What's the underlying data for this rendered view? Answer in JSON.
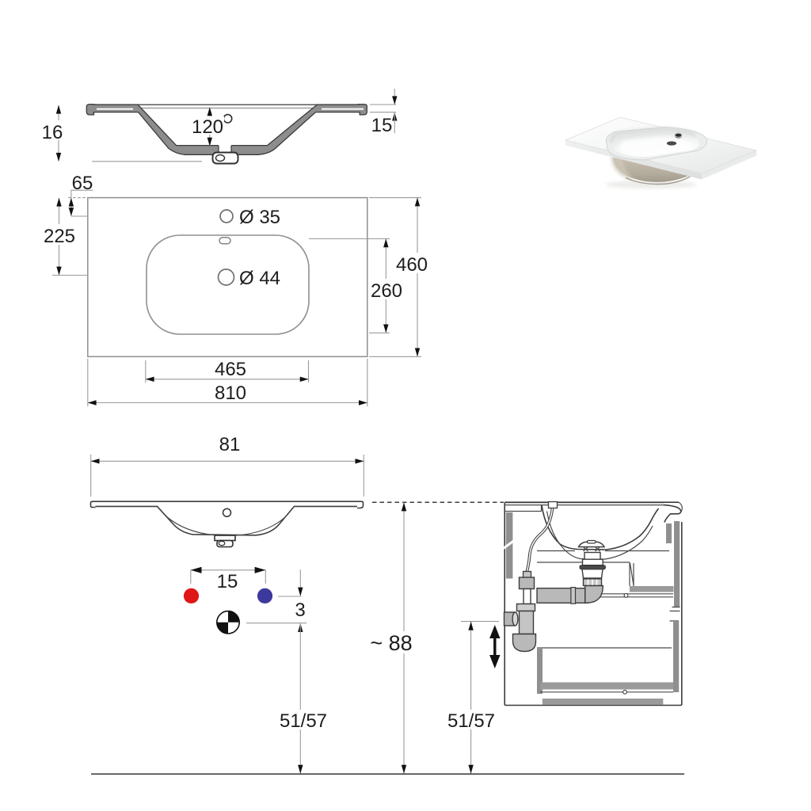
{
  "drawing_title": "vanity washbasin technical dimension drawing",
  "views": {
    "cross_section": {
      "name": "basin cross-section (top left)",
      "dims": {
        "total_height": "16",
        "bowl_depth": "120",
        "edge_thickness": "15"
      }
    },
    "plan": {
      "name": "basin plan view (top view)",
      "dims": {
        "tap_hole_offset": "65",
        "drain_offset_from_back": "225",
        "tap_hole_diameter": "Ø 35",
        "drain_hole_diameter": "Ø 44",
        "bowl_inner_depth": "260",
        "total_depth": "460",
        "bowl_inner_width": "465",
        "total_width": "810"
      }
    },
    "front": {
      "name": "front elevation with installation heights",
      "dims": {
        "total_width": "81",
        "supply_spacing": "15",
        "supply_to_drain_offset": "3",
        "drain_height_range": "51/57",
        "overall_height": "~ 88"
      }
    },
    "cabinet": {
      "name": "cabinet side section with siphon",
      "dims": {
        "drain_height_range": "51/57"
      }
    },
    "photo": {
      "name": "product photo of ceramic washbasin"
    }
  },
  "legend": {
    "hot_water_color": "#e01718",
    "cold_water_color": "#3d399c",
    "section_fill_color": "#8d8d8d",
    "pipe_fill_color": "#b9b9b9"
  }
}
